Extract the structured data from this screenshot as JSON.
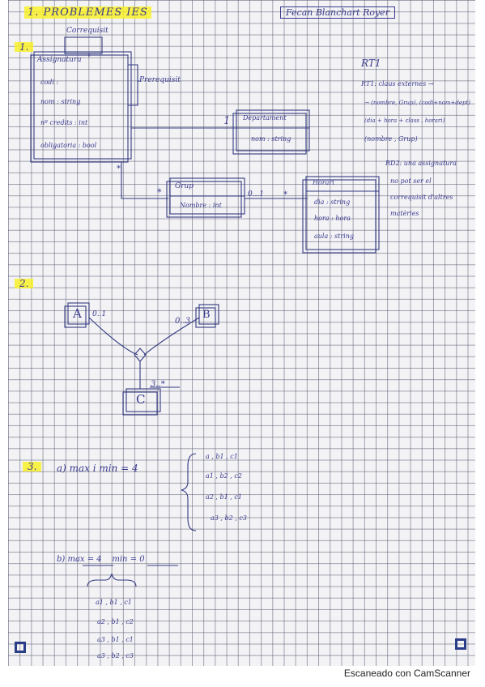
{
  "header": {
    "left_title": "1. PROBLEMES IES",
    "right_title": "Fecan Blanchart Royer"
  },
  "section1": {
    "number": "1.",
    "top_label": "Correquisit",
    "side_label": "Prerequisit",
    "assignatura": {
      "name": "Assignatura",
      "attrs": [
        "codi :",
        "nom : string",
        "nº credits : int",
        "obligatoria : bool"
      ]
    },
    "departament": {
      "name": "Departament",
      "attrs": [
        "nom : string"
      ]
    },
    "grup": {
      "name": "Grup",
      "attrs": [
        "Nombre : int"
      ]
    },
    "horari": {
      "name": "Horari",
      "attrs": [
        "dia : string",
        "hora : hora",
        "aula : string"
      ]
    },
    "multiplicities": {
      "assig_dept": "1",
      "grup_left": "*",
      "grup_right_a": "0...1",
      "grup_right_b": "*",
      "assig_bottom": "*"
    },
    "notes": {
      "rt_title": "RT1",
      "rt_lines": [
        "RT1: claus externes →",
        "→ (nombre, Grup), (codi+nom+dept)",
        "(dia + hora + class , horari)",
        "(nombre , Grup)"
      ],
      "rd_lines": [
        "RD2: una assignatura",
        "no pot ser el",
        "correquisit d'altres",
        "matèries"
      ]
    }
  },
  "section2": {
    "number": "2.",
    "class_a": "A",
    "class_b": "B",
    "class_c": "C",
    "mult_a": "0..1",
    "mult_b": "0..3",
    "mult_c": "3..*"
  },
  "section3": {
    "number": "3.",
    "part_a": "a) max i min = 4",
    "tuples_a": [
      "a , b1 , c1",
      "a1 , b2 , c2",
      "a2 , b1 , c1",
      "a3 , b2 , c3"
    ],
    "part_b": "b) max = 4    min = 0",
    "tuples_b": [
      "a1 , b1 , c1",
      "a2 , b1 , c2",
      "a3 , b1 , c1",
      "a3 , b2 , c3"
    ]
  },
  "footer": {
    "scanner_text": "Escaneado con CamScanner"
  }
}
